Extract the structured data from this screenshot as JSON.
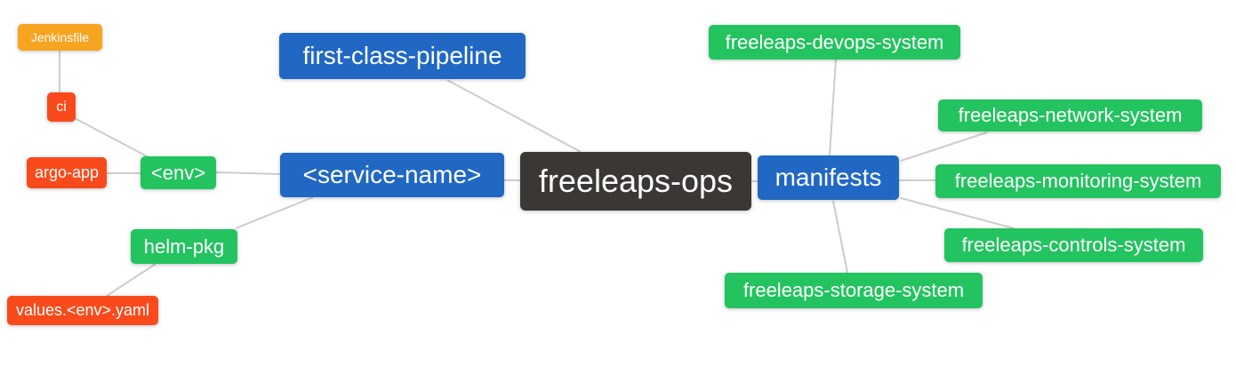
{
  "diagram": {
    "type": "mindmap",
    "root_label": "freeleaps-ops",
    "palette": {
      "blue": "#2068c4",
      "green": "#23c360",
      "red": "#f94a1c",
      "orange": "#f7a421",
      "dark": "#3b3734",
      "edge": "#cccccc",
      "text": "#ffffff",
      "background": "#ffffff"
    },
    "nodes": [
      {
        "id": "jenkinsfile",
        "label": "Jenkinsfile",
        "color": "orange"
      },
      {
        "id": "ci",
        "label": "ci",
        "color": "red"
      },
      {
        "id": "argo-app",
        "label": "argo-app",
        "color": "red"
      },
      {
        "id": "env",
        "label": "<env>",
        "color": "green"
      },
      {
        "id": "helm-pkg",
        "label": "helm-pkg",
        "color": "green"
      },
      {
        "id": "values-env-yaml",
        "label": "values.<env>.yaml",
        "color": "red"
      },
      {
        "id": "first-class-pipeline",
        "label": "first-class-pipeline",
        "color": "blue"
      },
      {
        "id": "service-name",
        "label": "<service-name>",
        "color": "blue"
      },
      {
        "id": "freeleaps-ops",
        "label": "freeleaps-ops",
        "color": "dark"
      },
      {
        "id": "manifests",
        "label": "manifests",
        "color": "blue"
      },
      {
        "id": "devops-system",
        "label": "freeleaps-devops-system",
        "color": "green"
      },
      {
        "id": "network-system",
        "label": "freeleaps-network-system",
        "color": "green"
      },
      {
        "id": "monitoring-system",
        "label": "freeleaps-monitoring-system",
        "color": "green"
      },
      {
        "id": "controls-system",
        "label": "freeleaps-controls-system",
        "color": "green"
      },
      {
        "id": "storage-system",
        "label": "freeleaps-storage-system",
        "color": "green"
      }
    ],
    "connections": [
      [
        "jenkinsfile",
        "ci"
      ],
      [
        "ci",
        "env"
      ],
      [
        "argo-app",
        "env"
      ],
      [
        "env",
        "service-name"
      ],
      [
        "helm-pkg",
        "service-name"
      ],
      [
        "values-env-yaml",
        "helm-pkg"
      ],
      [
        "first-class-pipeline",
        "freeleaps-ops"
      ],
      [
        "service-name",
        "freeleaps-ops"
      ],
      [
        "freeleaps-ops",
        "manifests"
      ],
      [
        "manifests",
        "devops-system"
      ],
      [
        "manifests",
        "network-system"
      ],
      [
        "manifests",
        "monitoring-system"
      ],
      [
        "manifests",
        "controls-system"
      ],
      [
        "manifests",
        "storage-system"
      ]
    ]
  }
}
